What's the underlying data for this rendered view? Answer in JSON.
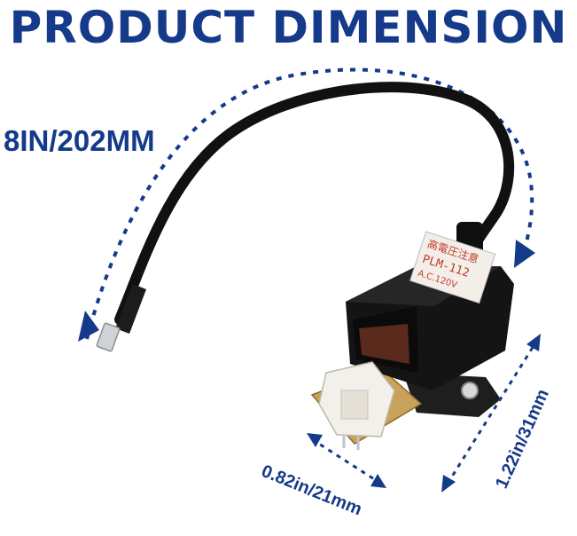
{
  "title": "PRODUCT DIMENSION",
  "dimensions": {
    "length": "8IN/202MM",
    "width": "0.82in/21mm",
    "height": "1.22in/31mm"
  },
  "product_label": {
    "line1": "高電圧注意",
    "line2": "PLM-112",
    "line3": "A.C.120V"
  },
  "colors": {
    "accent": "#163a8a",
    "cable": "#111111",
    "housing": "#141414",
    "label_bg": "#f3efe8",
    "label_text": "#c0392b",
    "connector": "#f2f0ea",
    "pcb": "#c9a25a"
  }
}
